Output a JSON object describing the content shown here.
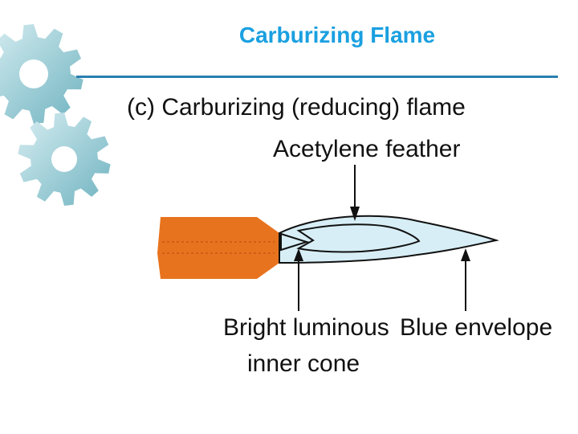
{
  "slide": {
    "title": "Carburizing Flame",
    "title_color": "#1aa0e0",
    "rule_color": "#2a7fb0",
    "gear_color_light": "#d8eef2",
    "gear_color_dark": "#6fb3c0"
  },
  "diagram": {
    "heading": "(c) Carburizing (reducing) flame",
    "labels": {
      "acetylene_feather": "Acetylene feather",
      "inner_cone_line1": "Bright luminous",
      "inner_cone_line2": "inner cone",
      "blue_envelope": "Blue envelope"
    },
    "colors": {
      "nozzle": "#e8731e",
      "flame_fill": "#d7eef6",
      "outline": "#111111"
    }
  }
}
